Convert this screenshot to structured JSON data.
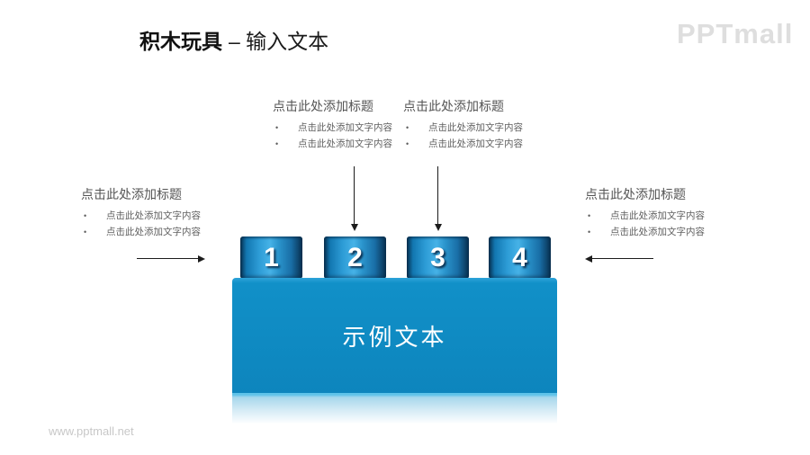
{
  "header": {
    "title_bold": "积木玩具",
    "title_rest": "– 输入文本",
    "logo": "PPTmall"
  },
  "glyphs": {
    "bullet": "•"
  },
  "annotations": [
    {
      "position": "top-left",
      "title": "点击此处添加标题",
      "bullets": [
        "点击此处添加文字内容",
        "点击此处添加文字内容"
      ]
    },
    {
      "position": "top-right",
      "title": "点击此处添加标题",
      "bullets": [
        "点击此处添加文字内容",
        "点击此处添加文字内容"
      ]
    },
    {
      "position": "left",
      "title": "点击此处添加标题",
      "bullets": [
        "点击此处添加文字内容",
        "点击此处添加文字内容"
      ]
    },
    {
      "position": "right",
      "title": "点击此处添加标题",
      "bullets": [
        "点击此处添加文字内容",
        "点击此处添加文字内容"
      ]
    }
  ],
  "diagram": {
    "studs": [
      "1",
      "2",
      "3",
      "4"
    ],
    "body_text": "示例文本",
    "colors": {
      "stud_dark": "#08304f",
      "stud_bright": "#46b2e7",
      "body_blue": "#0d85bd",
      "reflection": "#a7d7ec"
    }
  },
  "footer": {
    "watermark": "www.pptmall.net"
  }
}
